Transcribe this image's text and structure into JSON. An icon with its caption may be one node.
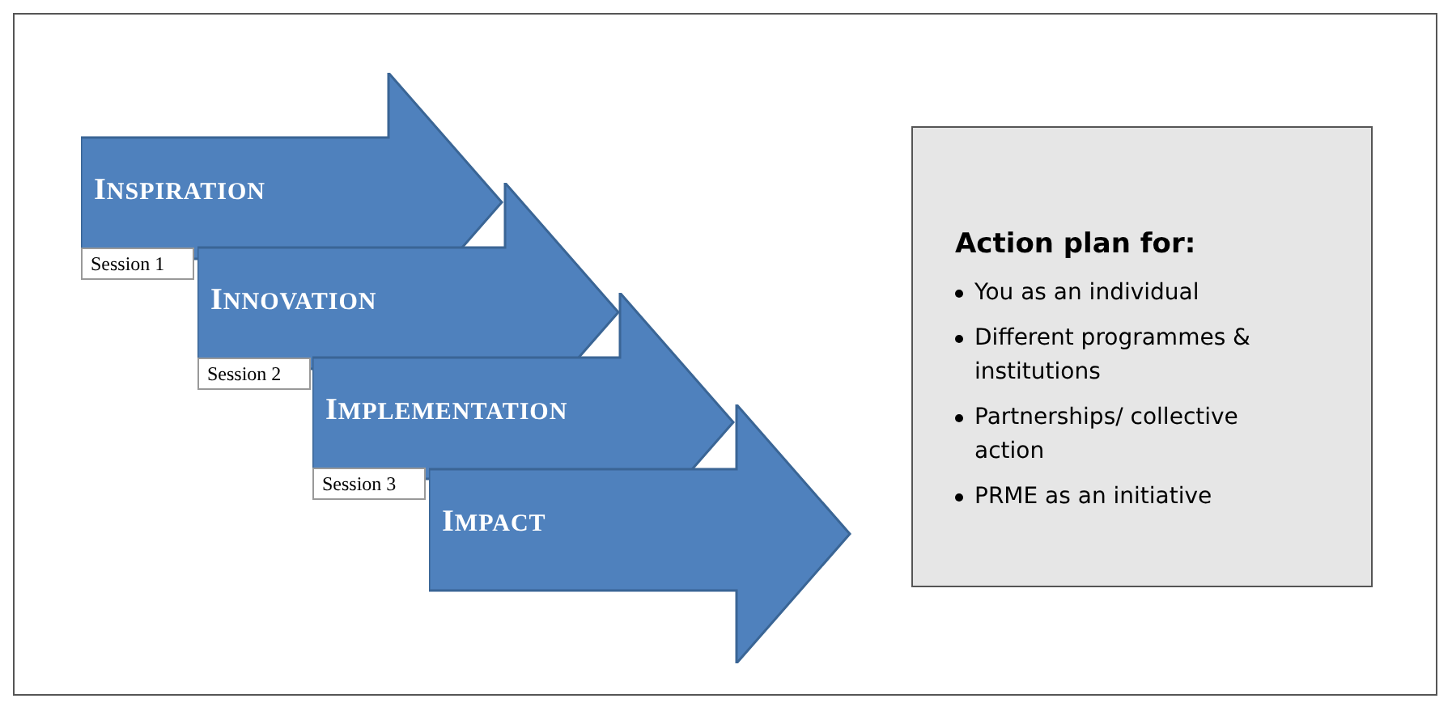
{
  "diagram": {
    "nodes": [
      {
        "text": [
          "INSPIRATION"
        ],
        "beside": [
          "Session 1"
        ]
      },
      {
        "text": [
          "INNOVATION"
        ],
        "beside": [
          "Session 2"
        ]
      },
      {
        "text": [
          "IMPLEMENTATION"
        ],
        "beside": [
          "Session 3"
        ]
      },
      {
        "text": [
          "IMPACT"
        ]
      },
      {
        "text": [
          "Action plan for:",
          "You as an individual",
          "Different programmes & institutions",
          "Partnerships/ collective action",
          "PRME as an initiative"
        ]
      }
    ],
    "edges": []
  }
}
